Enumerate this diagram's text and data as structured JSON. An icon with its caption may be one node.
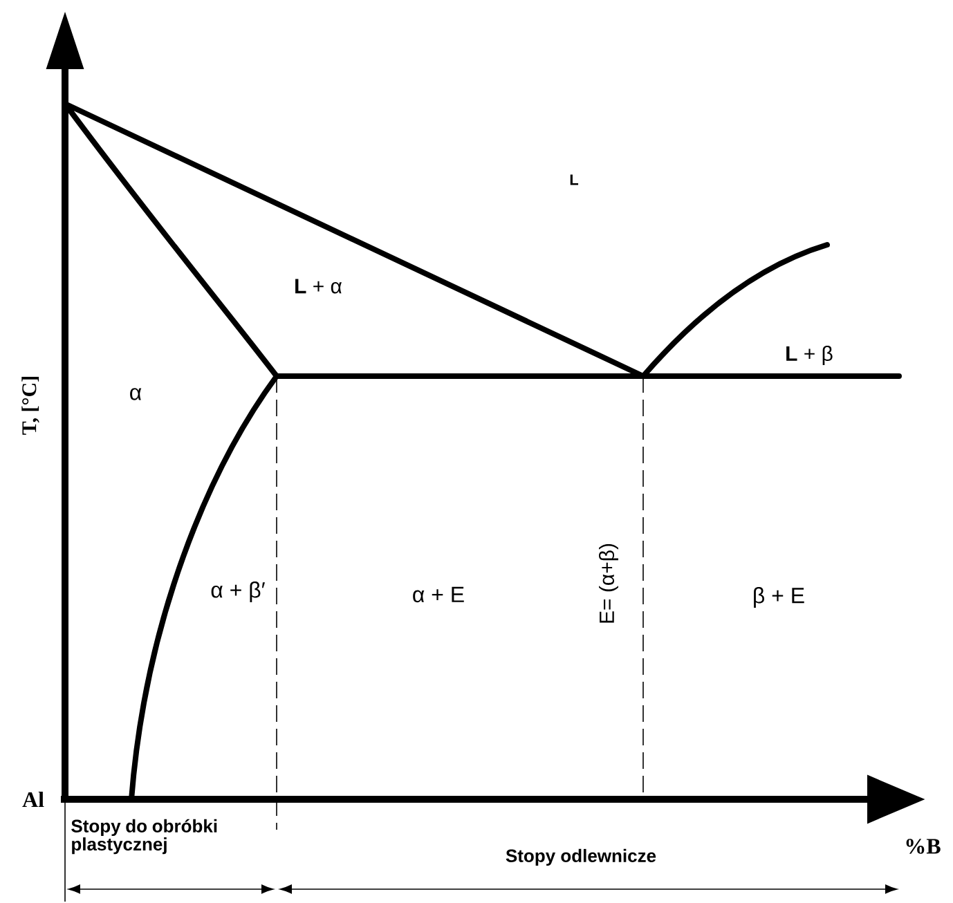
{
  "diagram": {
    "labels": [
      "T, [°C]",
      "L",
      "**L** + α",
      "α",
      "**L** + β",
      "α + β′",
      "α + E",
      "E= (α+β)",
      "β + E",
      "Al",
      "Stopy do obróbki plastycznej",
      "%B",
      "Stopy odlewnicze"
    ]
  }
}
